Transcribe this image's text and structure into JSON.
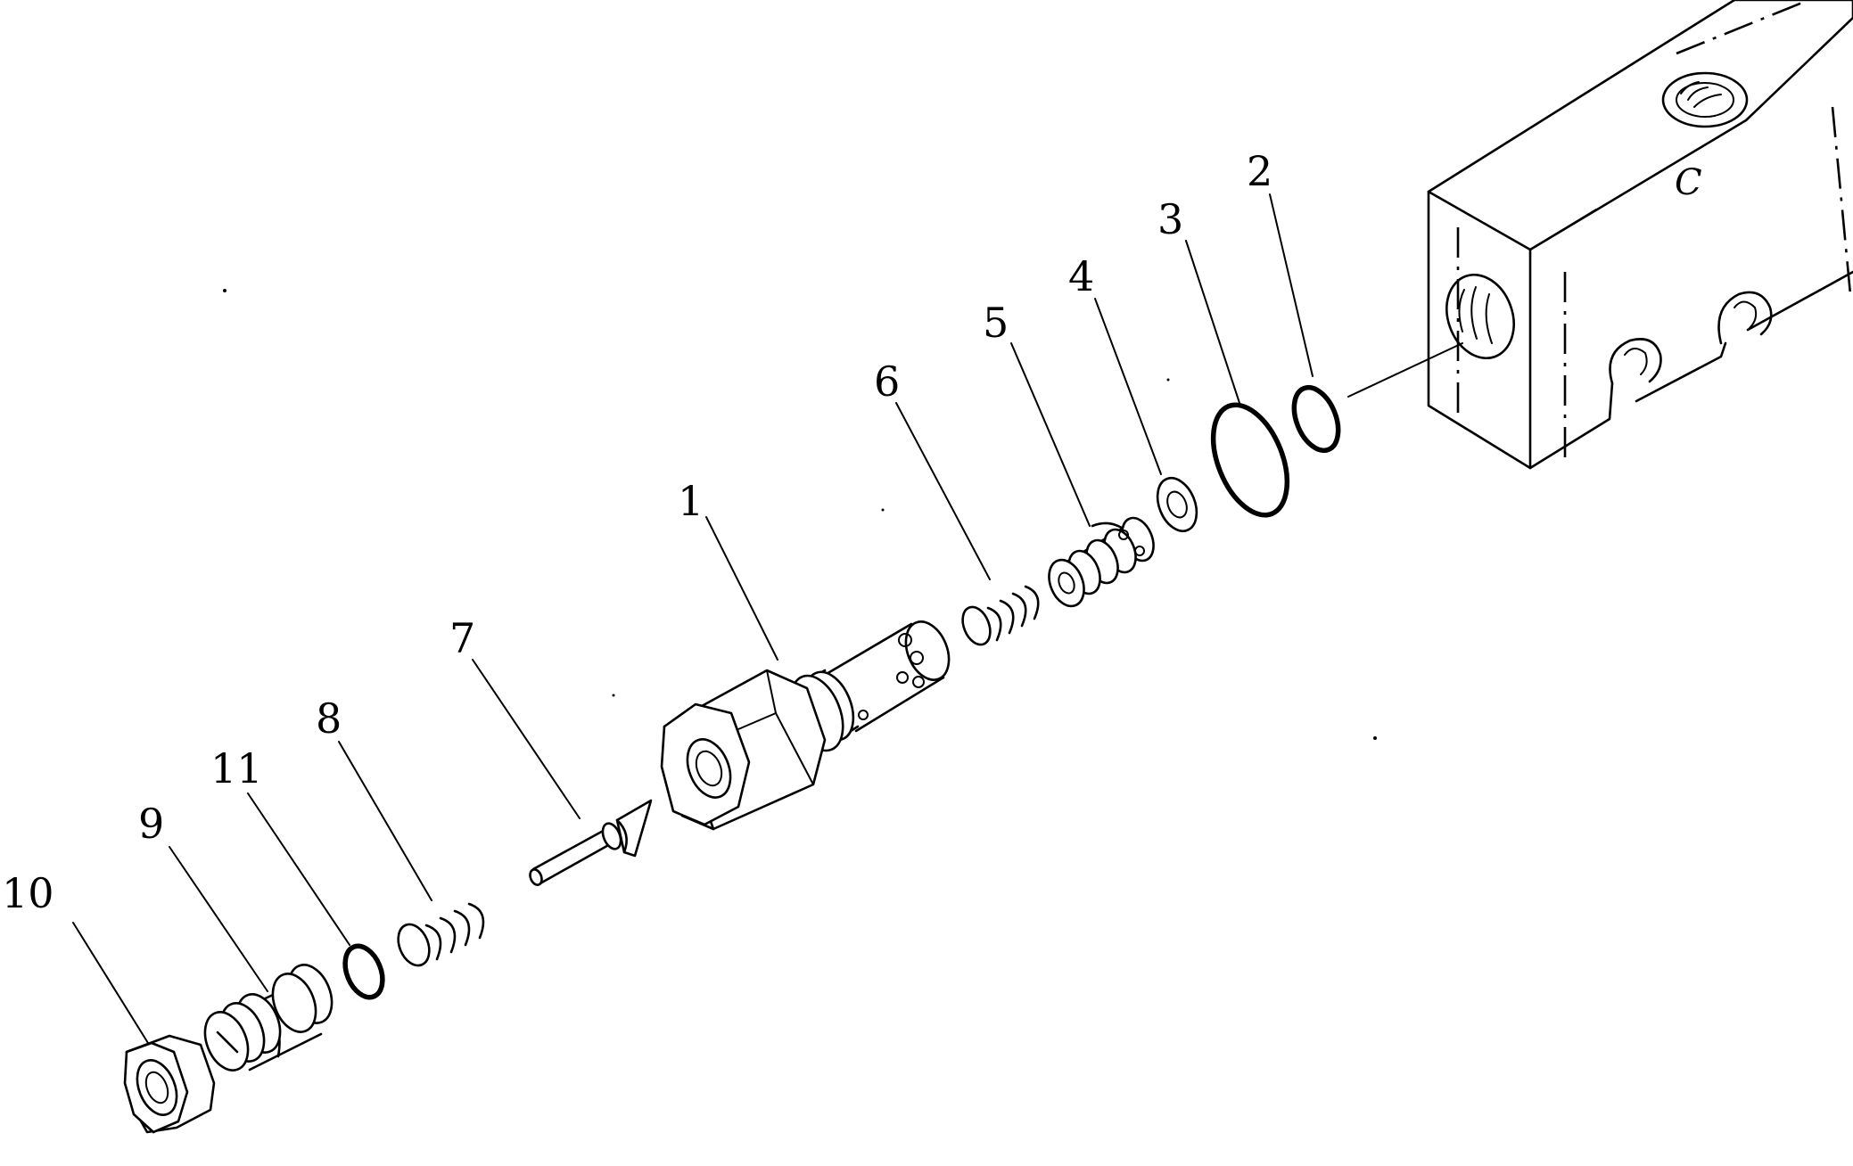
{
  "callouts": [
    {
      "id": "1",
      "label": "1"
    },
    {
      "id": "2",
      "label": "2"
    },
    {
      "id": "3",
      "label": "3"
    },
    {
      "id": "4",
      "label": "4"
    },
    {
      "id": "5",
      "label": "5"
    },
    {
      "id": "6",
      "label": "6"
    },
    {
      "id": "7",
      "label": "7"
    },
    {
      "id": "8",
      "label": "8"
    },
    {
      "id": "9",
      "label": "9"
    },
    {
      "id": "10",
      "label": "10"
    },
    {
      "id": "11",
      "label": "11"
    }
  ],
  "valve_block": {
    "port_label": "C"
  }
}
